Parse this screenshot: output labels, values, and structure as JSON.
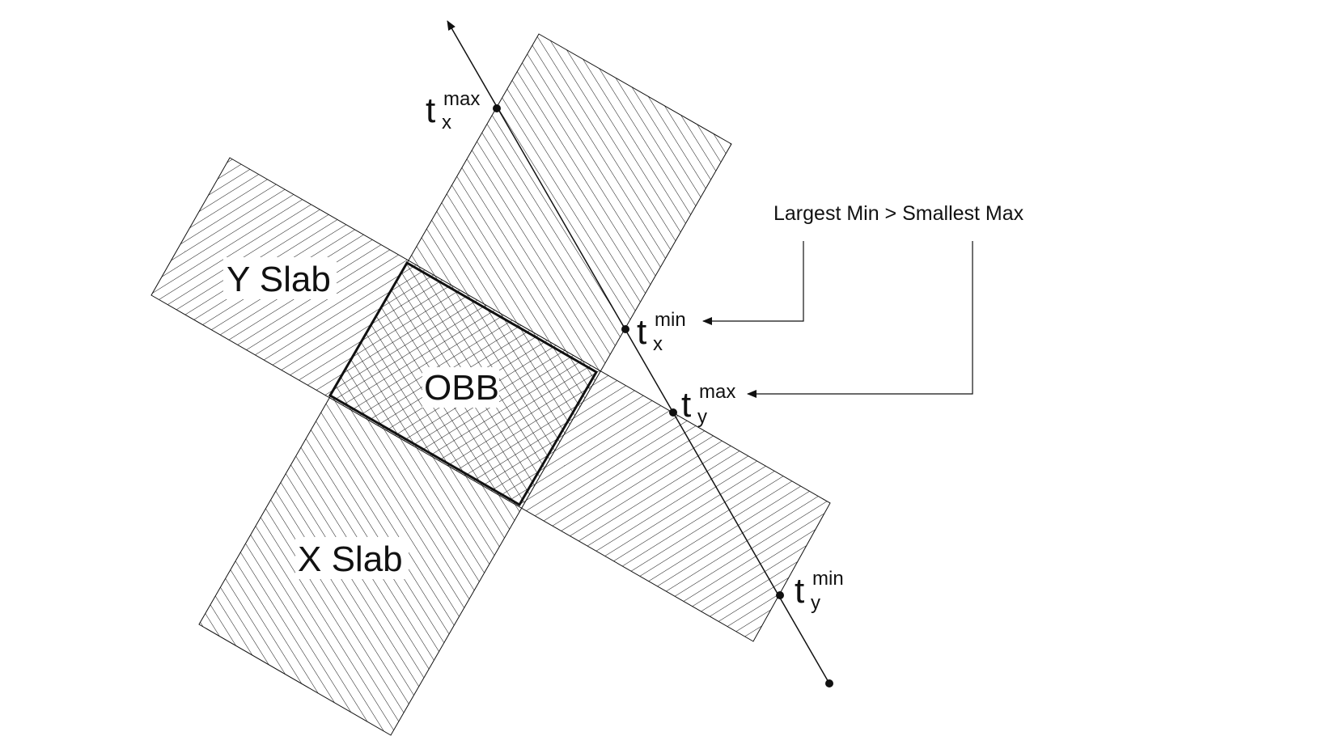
{
  "labels": {
    "y_slab": "Y Slab",
    "x_slab": "X Slab",
    "obb": "OBB",
    "annotation": "Largest Min > Smallest Max"
  },
  "t_labels": {
    "tx_max": {
      "base": "t",
      "sub": "x",
      "sup": "max"
    },
    "tx_min": {
      "base": "t",
      "sub": "x",
      "sup": "min"
    },
    "ty_max": {
      "base": "t",
      "sub": "y",
      "sup": "max"
    },
    "ty_min": {
      "base": "t",
      "sub": "y",
      "sup": "min"
    }
  },
  "colors": {
    "stroke": "#111111",
    "background": "#ffffff"
  }
}
